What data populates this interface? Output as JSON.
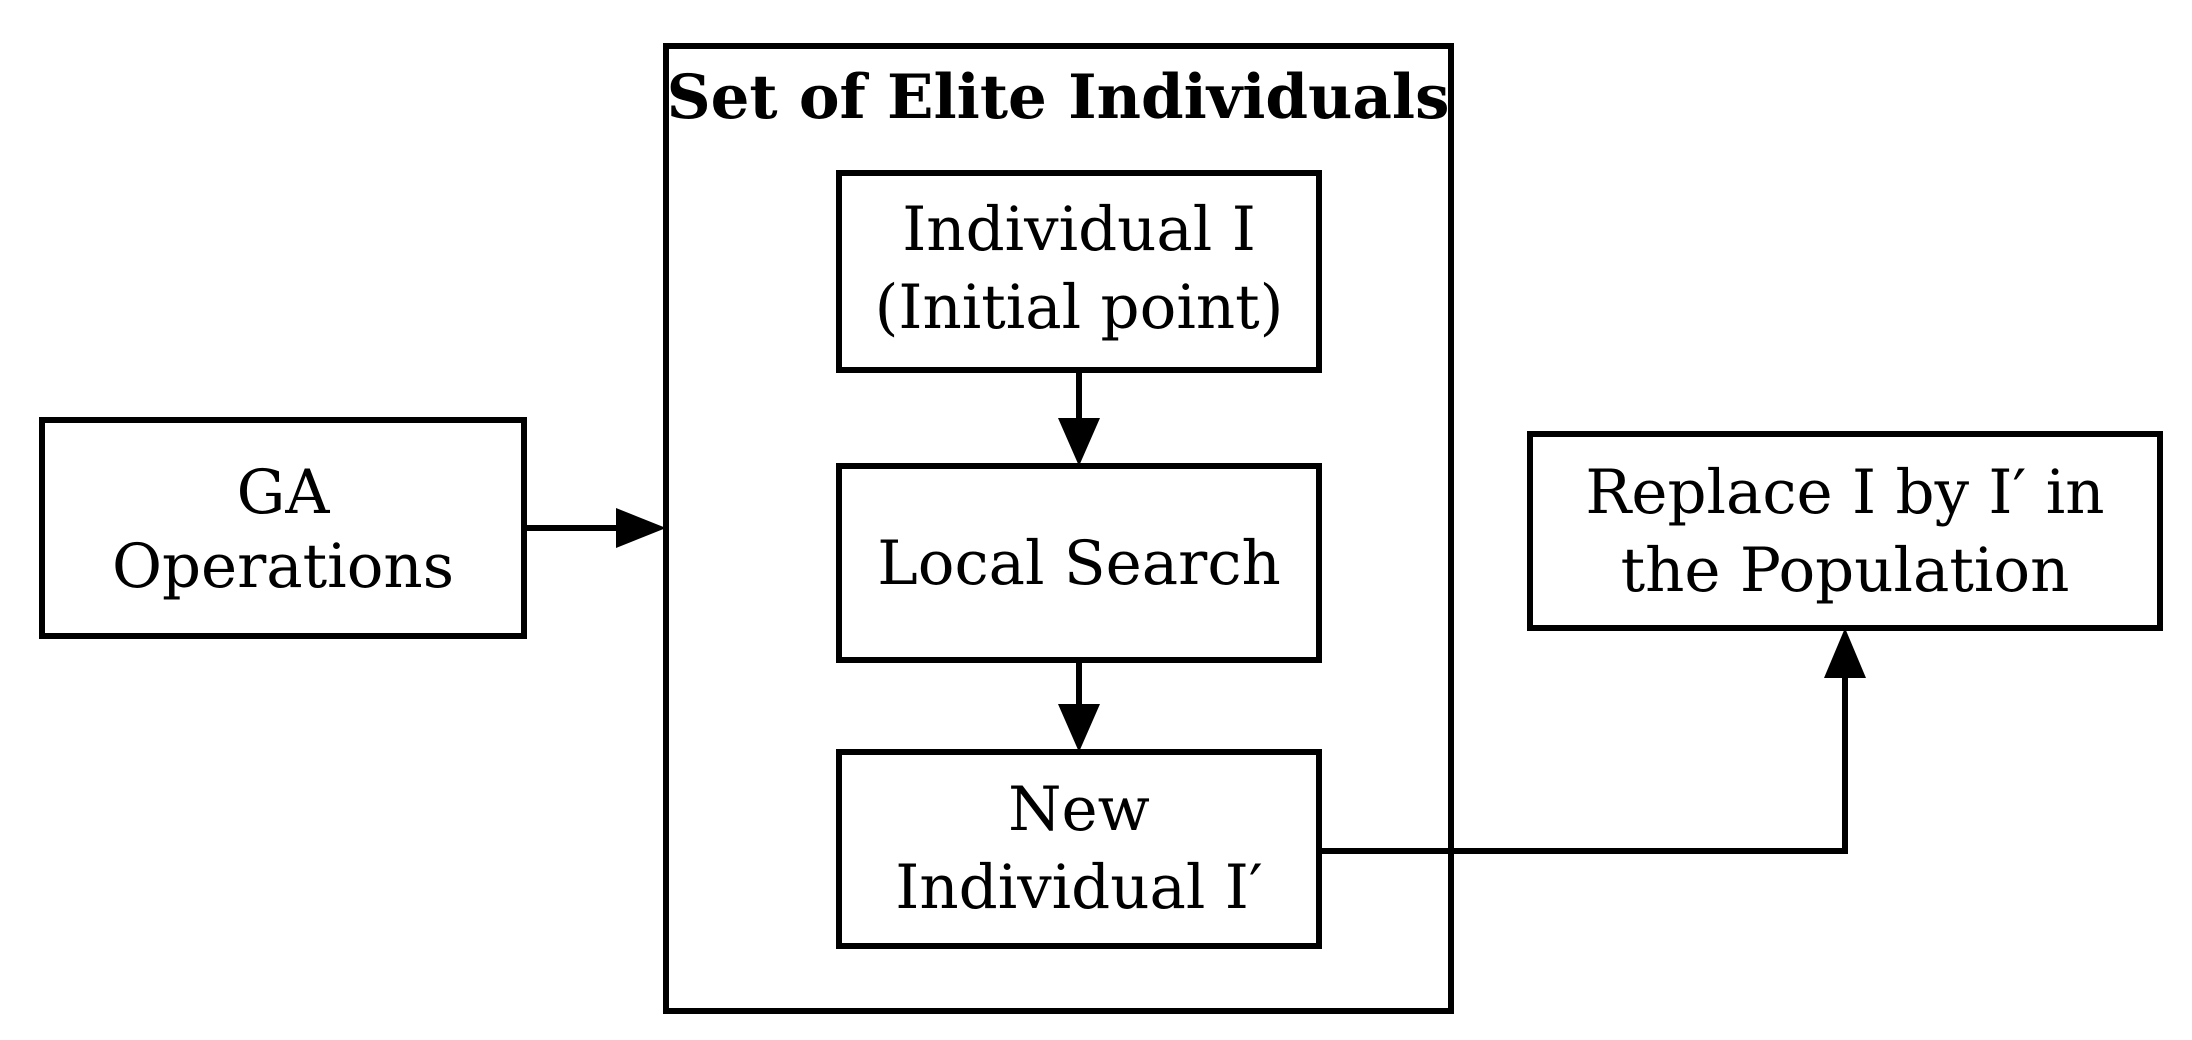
{
  "diagram": {
    "container": {
      "title": "Set of Elite Individuals"
    },
    "nodes": {
      "ga_operations": {
        "line1": "GA",
        "line2": "Operations"
      },
      "individual": {
        "line1": "Individual I",
        "line2": "(Initial point)"
      },
      "local_search": {
        "line1": "Local Search"
      },
      "new_individual": {
        "line1": "New",
        "line2": "Individual I′"
      },
      "replace": {
        "line1": "Replace I by I′ in",
        "line2": "the Population"
      }
    },
    "edges": [
      {
        "from": "GA Operations",
        "to": "Set of Elite Individuals"
      },
      {
        "from": "Individual I (Initial point)",
        "to": "Local Search"
      },
      {
        "from": "Local Search",
        "to": "New Individual I′"
      },
      {
        "from": "New Individual I′",
        "to": "Replace I by I′ in the Population"
      }
    ],
    "colors": {
      "stroke": "#000000",
      "background": "#ffffff"
    }
  }
}
